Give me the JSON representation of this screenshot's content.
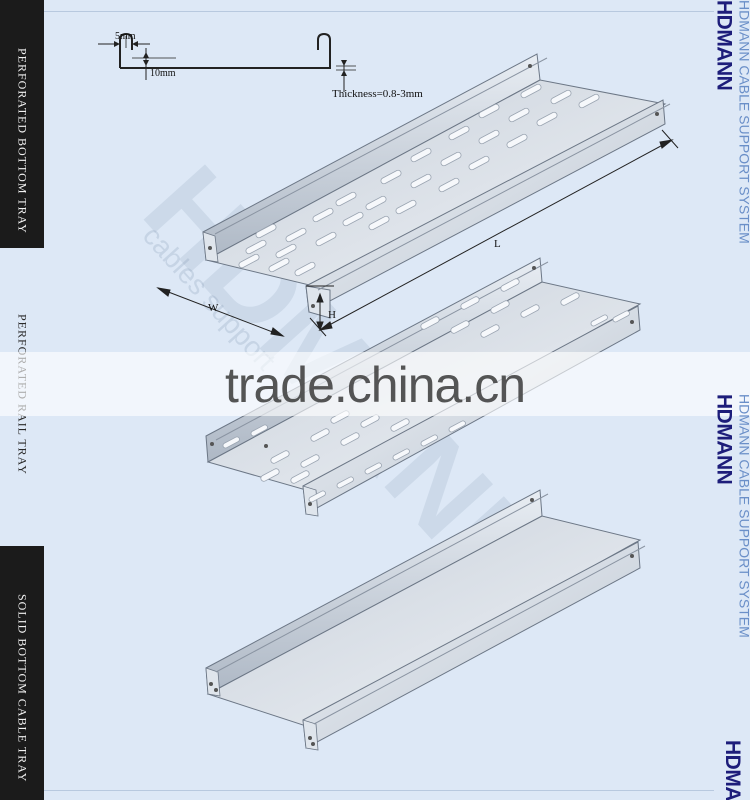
{
  "sidebar": {
    "sections": [
      {
        "label": "PERFORATED BOTTOM TRAY",
        "style": "dark"
      },
      {
        "label": "PERFORATED RAIL TRAY",
        "style": "light"
      },
      {
        "label": "SOLID BOTTOM CABLE TRAY",
        "style": "dark"
      }
    ]
  },
  "profile": {
    "dim_top": "5mm",
    "dim_mid": "10mm",
    "thickness": "Thickness=0.8-3mm"
  },
  "dimensions": {
    "length": "L",
    "width": "W",
    "height": "H"
  },
  "brand": {
    "logo": "HDMANN",
    "tagline": "HDMANN CABLE SUPPORT SYSTEM"
  },
  "watermark": {
    "text": "trade.china.cn",
    "ghost_sub": "cables support"
  },
  "colors": {
    "background": "#dde8f6",
    "sidebar_dark": "#1b1b1b",
    "brand_dark": "#1d1d7a",
    "brand_light": "#6a8fc8"
  }
}
